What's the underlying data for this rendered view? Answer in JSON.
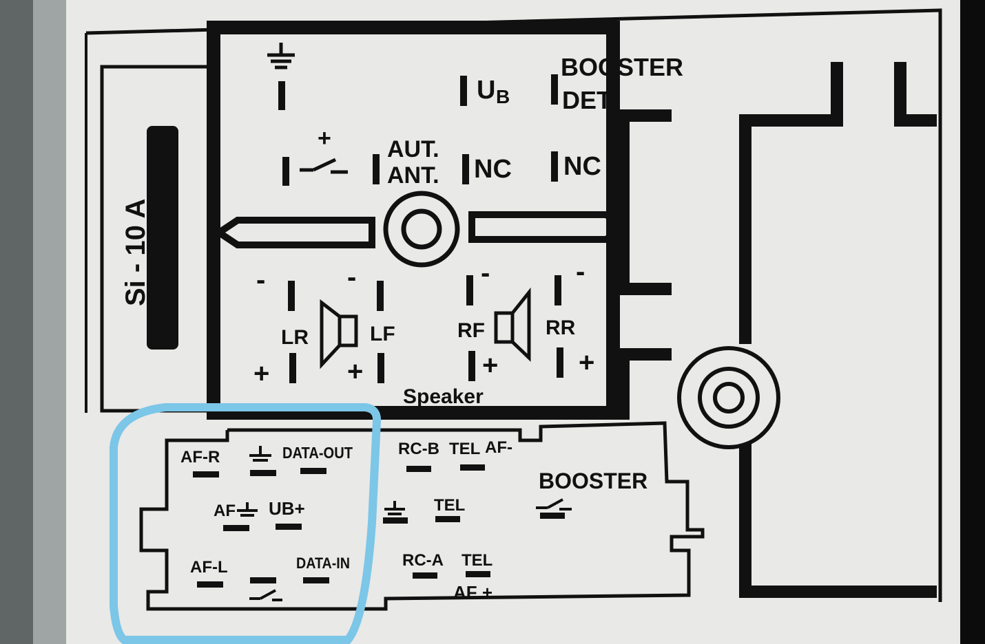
{
  "fuse": {
    "label": "Si - 10 A"
  },
  "top_connector": {
    "ground_symbol": "ground-icon",
    "plus": "+",
    "aut_ant_line1": "AUT.",
    "aut_ant_line2": "ANT.",
    "ub_main": "U",
    "ub_sub": "B",
    "nc_left": "NC",
    "nc_right": "NC",
    "booster_line1": "BOOSTER",
    "booster_line2": "DET"
  },
  "speakers": {
    "lr": "LR",
    "lf": "LF",
    "rf": "RF",
    "rr": "RR",
    "minus": "-",
    "plus": "+",
    "caption": "Speaker"
  },
  "bottom_connector": {
    "af_r": "AF-R",
    "data_out": "DATA-OUT",
    "af_gnd": "AF",
    "ub_plus": "UB+",
    "af_l": "AF-L",
    "data_in": "DATA-IN",
    "rc_b": "RC-B",
    "tel_top": "TEL",
    "af_minus": "AF-",
    "booster": "BOOSTER",
    "tel_mid": "TEL",
    "rc_a": "RC-A",
    "tel_low": "TEL",
    "af_plus": "AF +"
  },
  "highlight": {
    "color": "#7cc6e8"
  },
  "colors": {
    "ink": "#111111",
    "sticker": "#e9e9e7"
  }
}
